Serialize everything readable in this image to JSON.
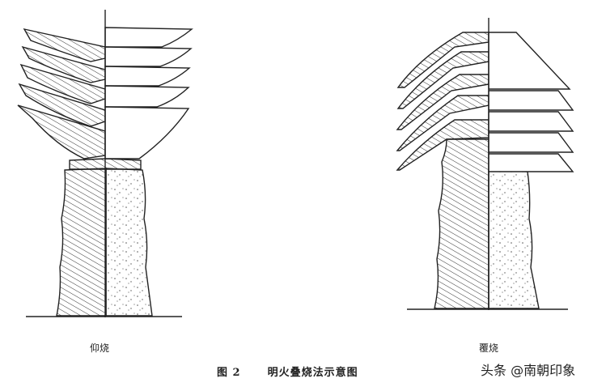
{
  "figure": {
    "left_label": "仰烧",
    "right_label": "覆烧",
    "caption_number": "图 2",
    "caption_title": "明火叠烧法示意图"
  },
  "watermark": {
    "text": "头条 @南朝印象"
  }
}
